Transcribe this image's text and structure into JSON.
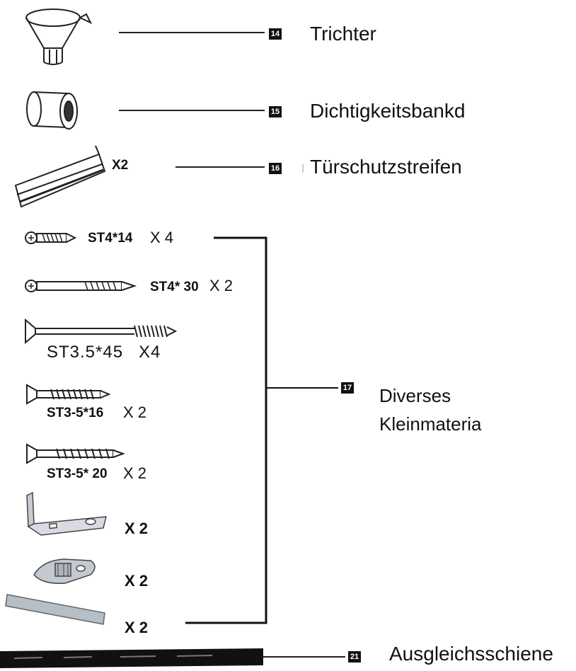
{
  "parts": [
    {
      "num": "14",
      "name": "Trichter",
      "icon": "funnel-icon"
    },
    {
      "num": "15",
      "name": "Dichtigkeitsbankd",
      "icon": "sealing-sleeve-icon"
    },
    {
      "num": "16",
      "name": "Türschutzstreifen",
      "icon": "door-protection-strip-icon",
      "qty": "X2"
    }
  ],
  "small_parts": {
    "num": "17",
    "name_line1": "Diverses",
    "name_line2": "Kleinmateria",
    "items": [
      {
        "spec": "ST4*14",
        "qty": "X 4",
        "icon": "screw-icon"
      },
      {
        "spec": "ST4* 30",
        "qty": "X 2",
        "icon": "screw-icon"
      },
      {
        "spec": "ST3.5*45",
        "qty": "X4",
        "icon": "screw-icon"
      },
      {
        "spec": "ST3-5*16",
        "qty": "X 2",
        "icon": "screw-icon"
      },
      {
        "spec": "ST3-5* 20",
        "qty": "X 2",
        "icon": "screw-icon"
      },
      {
        "spec": "",
        "qty": "X 2",
        "icon": "bracket-icon"
      },
      {
        "spec": "",
        "qty": "X 2",
        "icon": "clip-icon"
      },
      {
        "spec": "",
        "qty": "X 2",
        "icon": "strip-icon"
      }
    ]
  },
  "rail": {
    "num": "21",
    "name": "Ausgleichsschiene",
    "icon": "leveling-rail-icon"
  }
}
